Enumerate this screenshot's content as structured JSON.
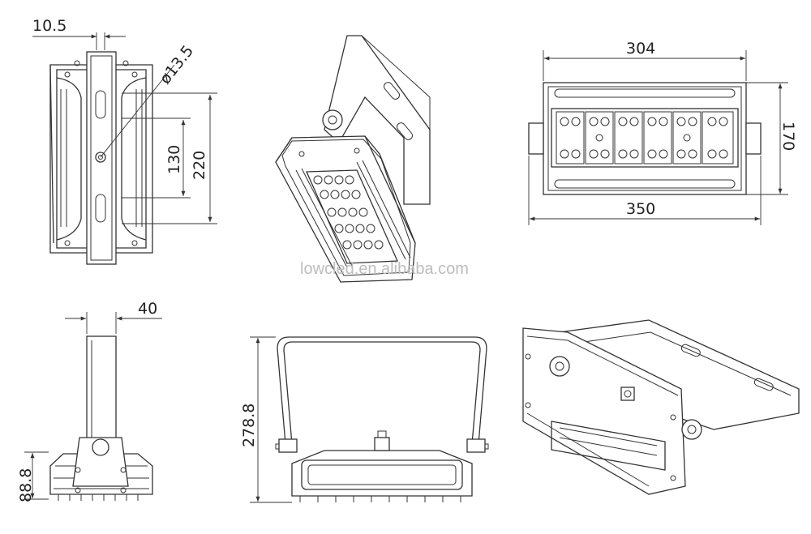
{
  "diagram": {
    "watermark": "lowcled.en.alibaba.com",
    "dimensions": {
      "bolt_offset": "10.5",
      "hole_diameter": "ø13.5",
      "hole_spacing": "130",
      "bracket_height": "220",
      "inner_width": "304",
      "height": "170",
      "overall_width": "350",
      "bracket_thickness": "40",
      "body_depth": "88.8",
      "overall_height": "278.8"
    }
  }
}
